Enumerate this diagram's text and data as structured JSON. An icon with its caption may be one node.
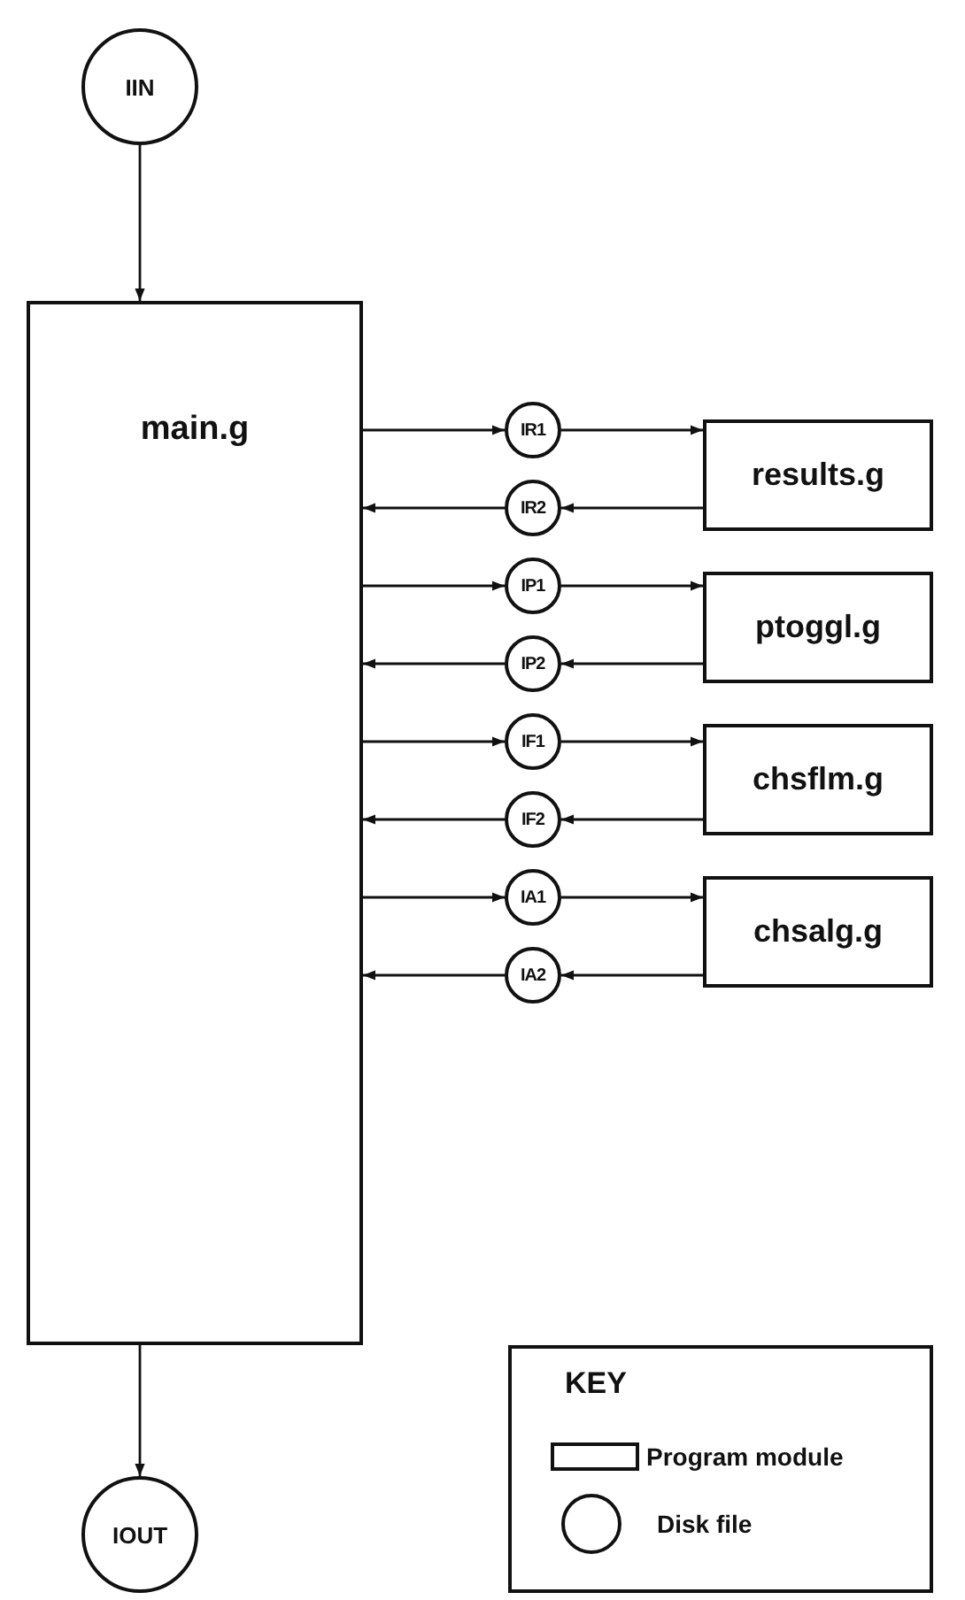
{
  "diagram": {
    "nodes": [
      {
        "text": [
          "IIN"
        ]
      },
      {
        "text": [
          "main.g"
        ]
      },
      {
        "text": [
          "IR1"
        ]
      },
      {
        "text": [
          "results.g"
        ]
      },
      {
        "text": [
          "IR2"
        ]
      },
      {
        "text": [
          "IP1"
        ]
      },
      {
        "text": [
          "ptoggl.g"
        ]
      },
      {
        "text": [
          "IP2"
        ]
      },
      {
        "text": [
          "IF1"
        ]
      },
      {
        "text": [
          "chsflm.g"
        ]
      },
      {
        "text": [
          "IF2"
        ]
      },
      {
        "text": [
          "IA1"
        ]
      },
      {
        "text": [
          "chsalg.g"
        ]
      },
      {
        "text": [
          "IA2"
        ]
      },
      {
        "text": [
          "IOUT"
        ]
      }
    ],
    "edges": [
      {
        "from": 0,
        "to": 1,
        "arrow": "to"
      },
      {
        "from": 1,
        "to": 2,
        "arrow": "to"
      },
      {
        "from": 2,
        "to": 3,
        "arrow": "to"
      },
      {
        "from": 3,
        "to": 4,
        "arrow": "to"
      },
      {
        "from": 4,
        "to": 1,
        "arrow": "to"
      },
      {
        "from": 1,
        "to": 5,
        "arrow": "to"
      },
      {
        "from": 5,
        "to": 6,
        "arrow": "to"
      },
      {
        "from": 6,
        "to": 7,
        "arrow": "to"
      },
      {
        "from": 7,
        "to": 1,
        "arrow": "to"
      },
      {
        "from": 1,
        "to": 8,
        "arrow": "to"
      },
      {
        "from": 8,
        "to": 9,
        "arrow": "to"
      },
      {
        "from": 9,
        "to": 10,
        "arrow": "to"
      },
      {
        "from": 10,
        "to": 1,
        "arrow": "to"
      },
      {
        "from": 1,
        "to": 11,
        "arrow": "to"
      },
      {
        "from": 11,
        "to": 12,
        "arrow": "to"
      },
      {
        "from": 12,
        "to": 13,
        "arrow": "to"
      },
      {
        "from": 13,
        "to": 1,
        "arrow": "to"
      },
      {
        "from": 1,
        "to": 14,
        "arrow": "to"
      }
    ],
    "labels": [
      "KEY"
    ],
    "legend": [
      {
        "text": "Program module"
      },
      {
        "text": "Disk file"
      }
    ]
  }
}
